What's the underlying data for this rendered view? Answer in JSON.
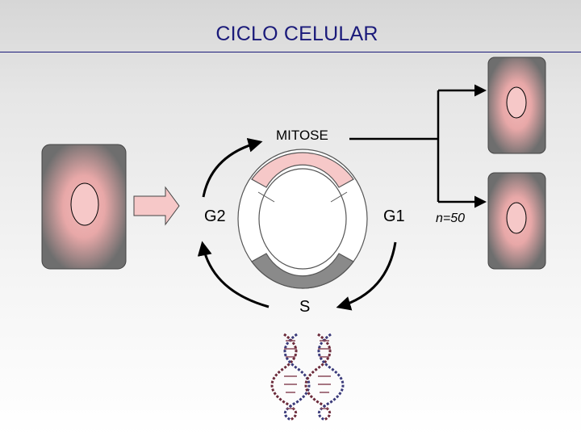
{
  "title": "CICLO CELULAR",
  "phases": {
    "mitose": "MITOSE",
    "g2": "G2",
    "g1": "G1",
    "s": "S"
  },
  "daughter_count": "n=50",
  "colors": {
    "title": "#1a1a7a",
    "cell_fill": "#6e6e6e",
    "cell_glow": "#f2b8b8",
    "nucleus_fill": "#f6c8c8",
    "mitose_segment": "#f6c8c8",
    "s_segment": "#8a8a8a",
    "arrow_fill": "#f6c8c8"
  }
}
